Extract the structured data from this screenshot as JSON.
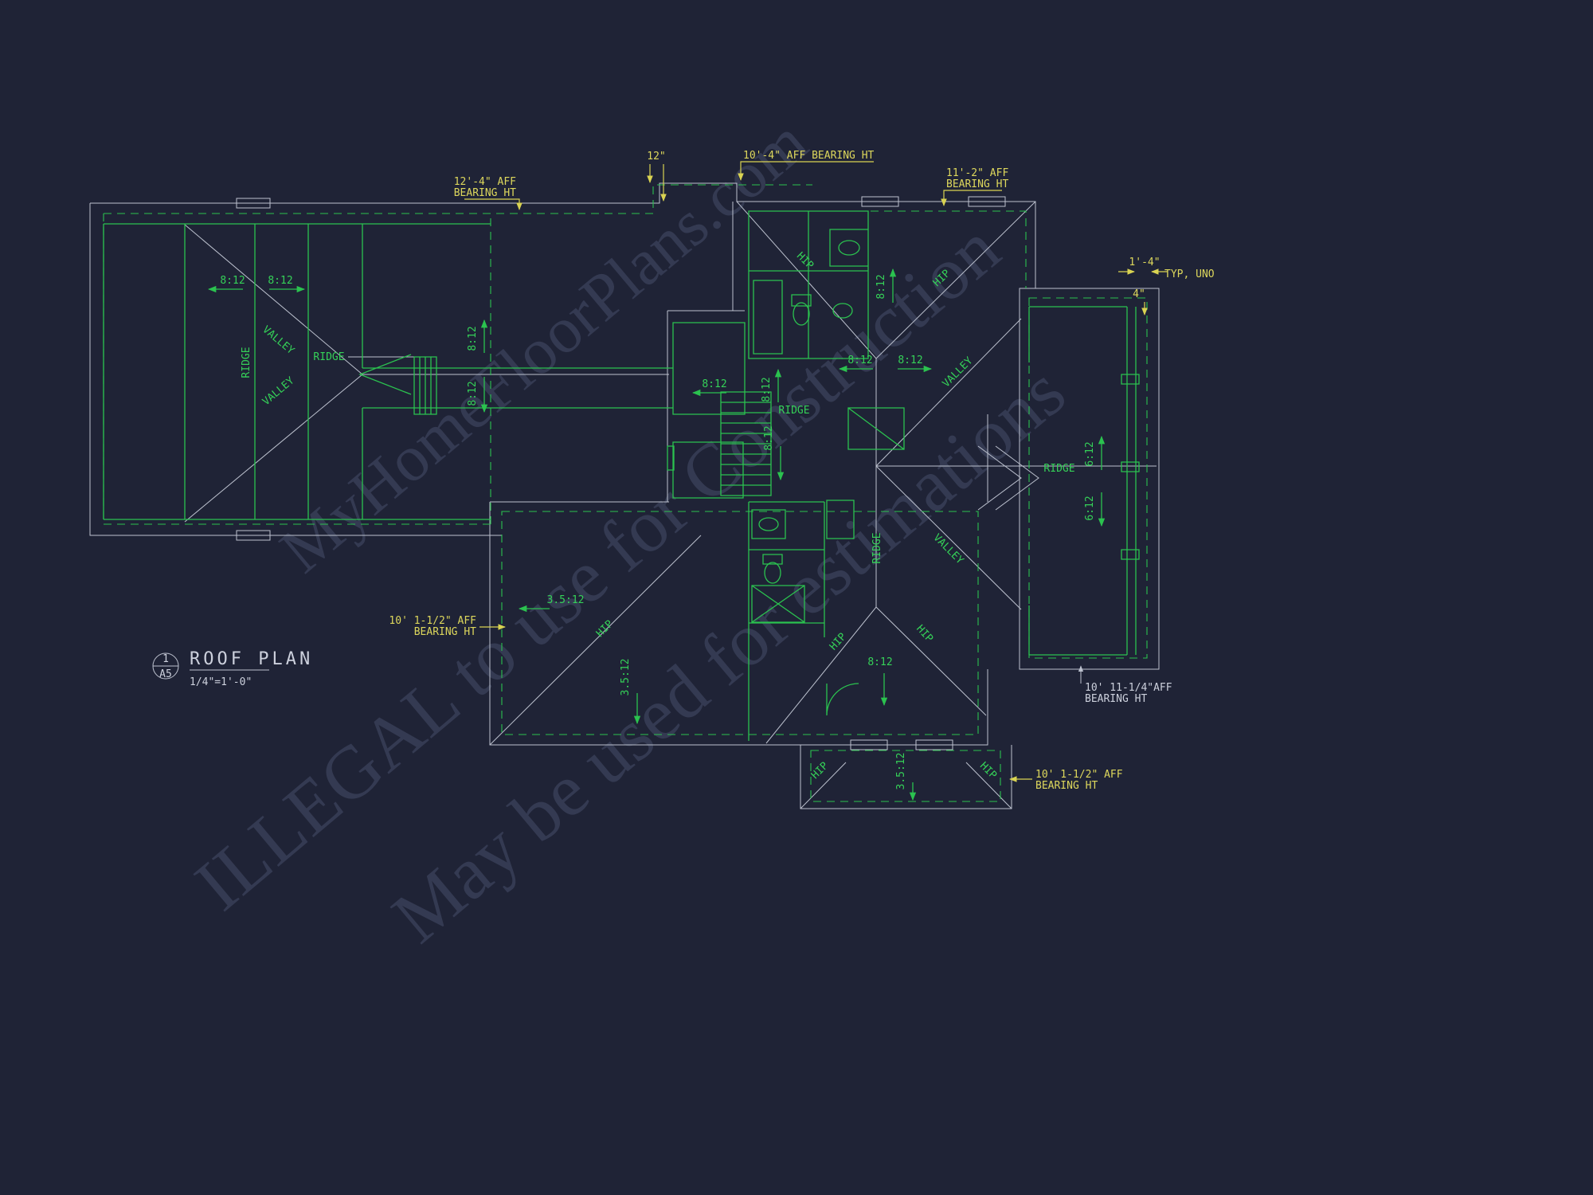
{
  "colors": {
    "background": "#1f2336",
    "line_green": "#2bc24f",
    "line_gray": "#bdc2cf",
    "annotation_yellow": "#d9d352",
    "watermark": "#667092"
  },
  "watermark": {
    "line1": "MyHomeFloorPlans.com",
    "line2": "ILLEGAL to use for Construction",
    "line3": "May be used for estimations"
  },
  "title_block": {
    "detail_number": "1",
    "sheet": "A5",
    "title": "ROOF PLAN",
    "scale": "1/4\"=1'-0\""
  },
  "slopes": {
    "s8": "8:12",
    "s35": "3.5:12",
    "s6": "6:12"
  },
  "roof": {
    "ridge": "RIDGE",
    "valley": "VALLEY",
    "hip": "HIP"
  },
  "annotations": {
    "bearing_12_4_line1": "12'-4\" AFF",
    "bearing_12_4_line2": "BEARING HT",
    "step_12": "12\"",
    "bearing_10_4": "10'-4\" AFF BEARING HT",
    "bearing_11_2_line1": "11'-2\" AFF",
    "bearing_11_2_line2": "BEARING HT",
    "dim_1_4": "1'-4\"",
    "typ_uno": "TYP, UNO",
    "dim_4": "4\"",
    "bearing_10_1h_left_line1": "10' 1-1/2\" AFF",
    "bearing_10_1h_left_line2": "BEARING HT",
    "bearing_10_11_line1": "10' 11-1/4\"AFF",
    "bearing_10_11_line2": "BEARING HT",
    "bearing_10_1h_bottom_line1": "10' 1-1/2\" AFF",
    "bearing_10_1h_bottom_line2": "BEARING HT"
  }
}
